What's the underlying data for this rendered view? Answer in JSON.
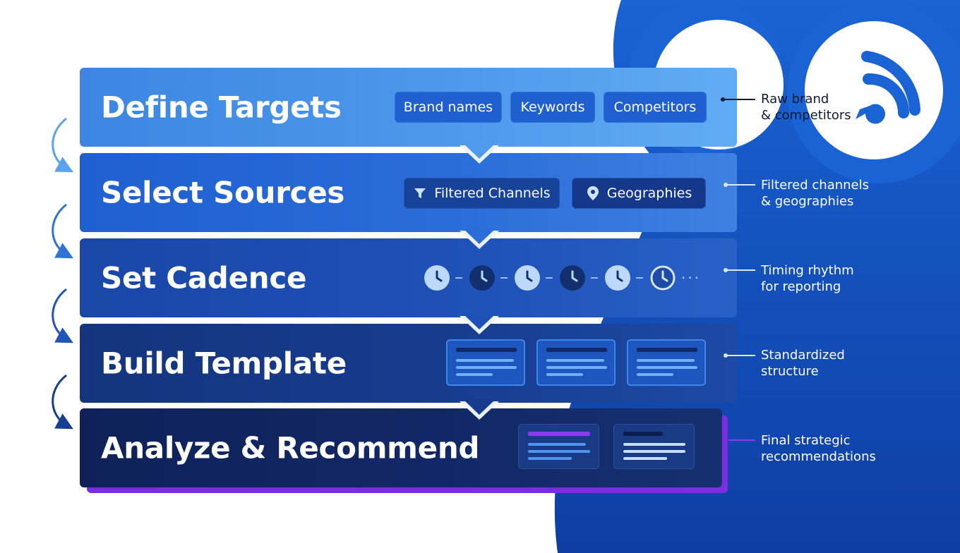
{
  "steps": [
    {
      "title": "Define Targets",
      "chips": [
        "Brand names",
        "Keywords",
        "Competitors"
      ],
      "note": [
        "Raw brand",
        "& competitors"
      ]
    },
    {
      "title": "Select Sources",
      "chips": [
        "Filtered Channels",
        "Geographies"
      ],
      "chip_icons": [
        "funnel-icon",
        "location-pin-icon"
      ],
      "note": [
        "Filtered channels",
        "& geographies"
      ]
    },
    {
      "title": "Set Cadence",
      "clock_count": 6,
      "overflow": "···",
      "note": [
        "Timing rhythm",
        "for reporting"
      ]
    },
    {
      "title": "Build Template",
      "template_cards": 3,
      "note": [
        "Standardized",
        "structure"
      ]
    },
    {
      "title": "Analyze & Recommend",
      "report_cards": 2,
      "note": [
        "Final strategic",
        "recommendations"
      ]
    }
  ],
  "decor_icon": "chat-bubble-signal-icon",
  "colors": {
    "accent_blue": "#1b5fd1",
    "deep_navy": "#0f2158",
    "highlight_purple": "#7b2ee0",
    "arrow_blue": "#3b86e0"
  }
}
